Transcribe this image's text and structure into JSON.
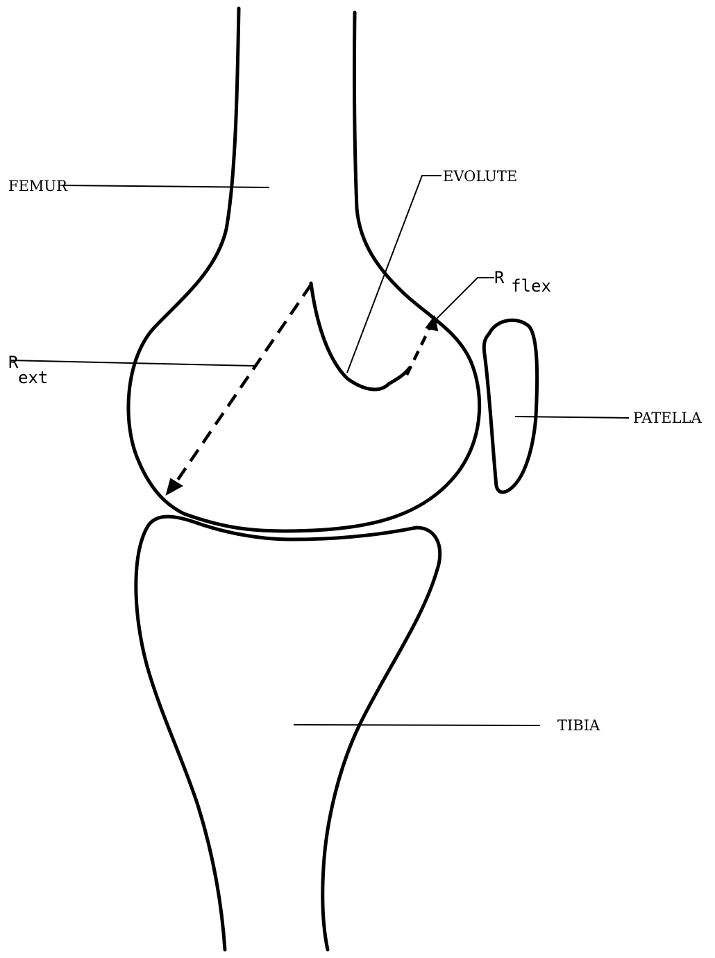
{
  "labels": {
    "femur": "FEMUR",
    "evolute": "EVOLUTE",
    "r_flex_main": "R",
    "r_flex_sub": "flex",
    "r_ext_main": "R",
    "r_ext_sub": "ext",
    "patella": "PATELLA",
    "tibia": "TIBIA"
  },
  "colors": {
    "ink": "#000000",
    "background": "#ffffff"
  }
}
